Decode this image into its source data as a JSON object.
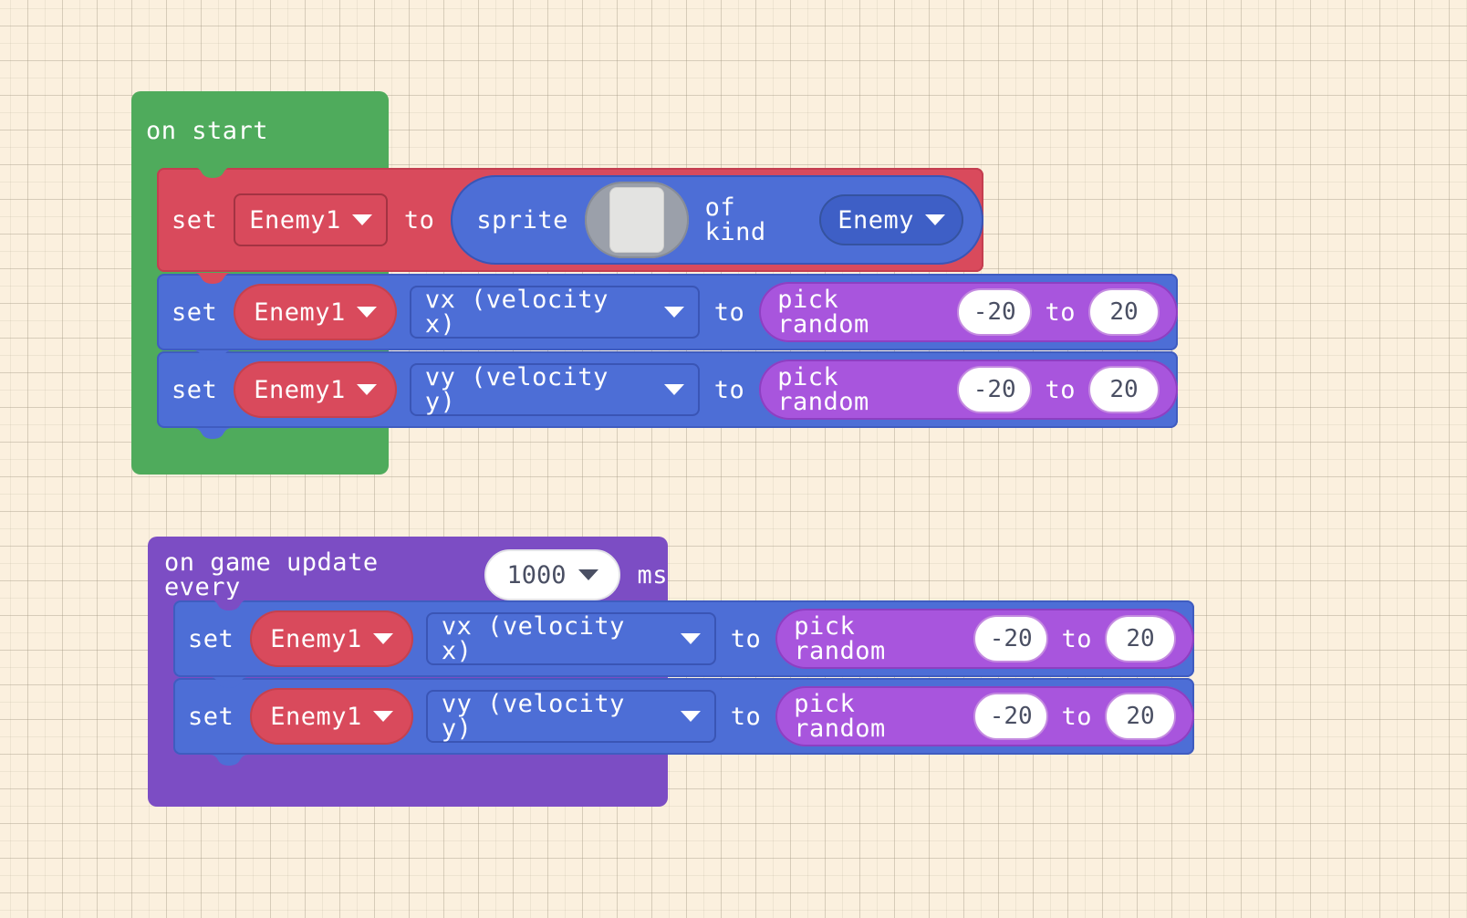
{
  "workspace": {
    "background_color": "#fbf0de",
    "grid": "on"
  },
  "scripts": [
    {
      "id": "on-start-script",
      "hat": {
        "label": "on start",
        "color": "#4fab5c"
      },
      "blocks": [
        {
          "type": "set-variable-to-sprite",
          "color": "#d94a5c",
          "set_label": "set",
          "variable": "Enemy1",
          "to_label": "to",
          "value": {
            "type": "create-sprite-reporter",
            "color": "#4d6ed6",
            "sprite_label": "sprite",
            "image": "sprite-image-placeholder",
            "of_kind_label": "of kind",
            "kind": "Enemy"
          }
        },
        {
          "type": "set-sprite-property",
          "color": "#4d6ed6",
          "set_label": "set",
          "variable": "Enemy1",
          "property": "vx (velocity x)",
          "to_label": "to",
          "value": {
            "type": "pick-random-reporter",
            "color": "#a855dd",
            "label": "pick random",
            "min": "-20",
            "to_label": "to",
            "max": "20"
          }
        },
        {
          "type": "set-sprite-property",
          "color": "#4d6ed6",
          "set_label": "set",
          "variable": "Enemy1",
          "property": "vy (velocity y)",
          "to_label": "to",
          "value": {
            "type": "pick-random-reporter",
            "color": "#a855dd",
            "label": "pick random",
            "min": "-20",
            "to_label": "to",
            "max": "20"
          }
        }
      ]
    },
    {
      "id": "on-game-update-script",
      "hat": {
        "label_prefix": "on game update every",
        "interval": "1000",
        "label_suffix": "ms",
        "color": "#7c4dc4"
      },
      "blocks": [
        {
          "type": "set-sprite-property",
          "color": "#4d6ed6",
          "set_label": "set",
          "variable": "Enemy1",
          "property": "vx (velocity x)",
          "to_label": "to",
          "value": {
            "type": "pick-random-reporter",
            "color": "#a855dd",
            "label": "pick random",
            "min": "-20",
            "to_label": "to",
            "max": "20"
          }
        },
        {
          "type": "set-sprite-property",
          "color": "#4d6ed6",
          "set_label": "set",
          "variable": "Enemy1",
          "property": "vy (velocity y)",
          "to_label": "to",
          "value": {
            "type": "pick-random-reporter",
            "color": "#a855dd",
            "label": "pick random",
            "min": "-20",
            "to_label": "to",
            "max": "20"
          }
        }
      ]
    }
  ]
}
